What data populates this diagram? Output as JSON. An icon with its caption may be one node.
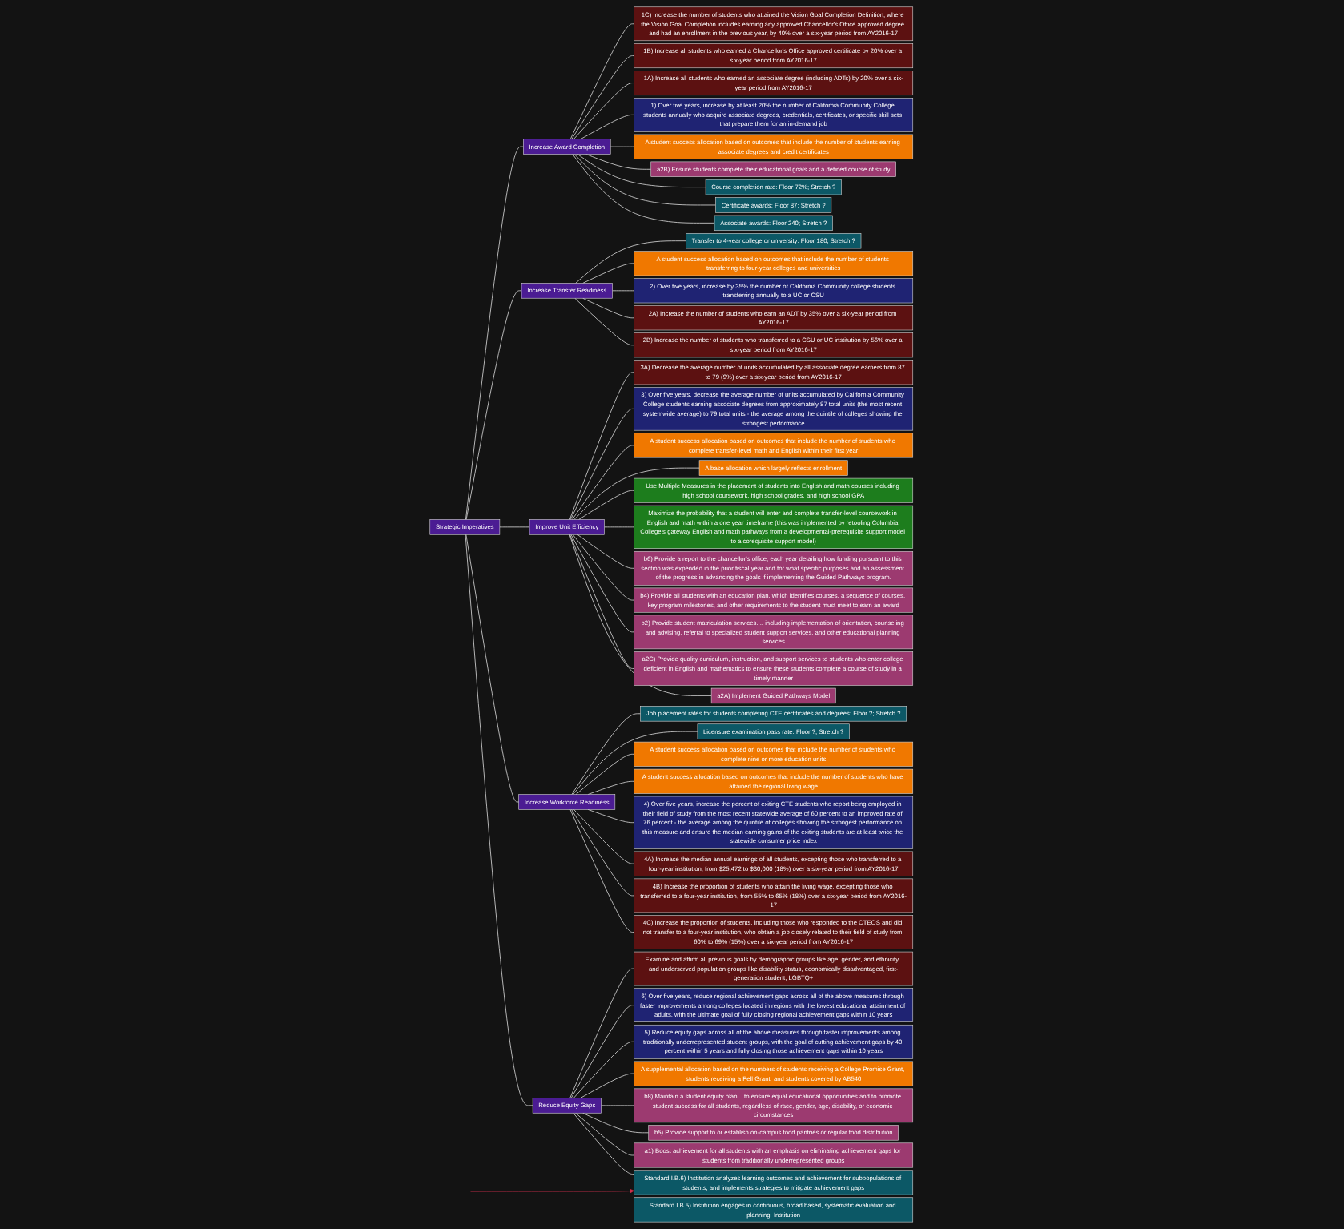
{
  "diagram": {
    "nodes": [
      {
        "text": [
          "Strategic Imperatives"
        ]
      },
      {
        "text": [
          "Increase Award Completion"
        ]
      },
      {
        "text": [
          "Increase Transfer Readiness"
        ]
      },
      {
        "text": [
          "Improve Unit Efficiency"
        ]
      },
      {
        "text": [
          "Increase Workforce Readiness"
        ]
      },
      {
        "text": [
          "Reduce Equity Gaps"
        ]
      },
      {
        "text": [
          "1C) Increase the number of students who attained the Vision Goal Completion Definition, where the Vision Goal Completion includes earning any approved Chancellor's Office approved degree and had an enrollment in the previous year, by 40% over a six-year period from AY2016-17"
        ]
      },
      {
        "text": [
          "1B) Increase all students who earned a Chancellor's Office approved certificate by 20% over a six-year period from AY2016-17"
        ]
      },
      {
        "text": [
          "1A) Increase all students who earned an associate degree (including ADTs) by 20% over a six-year period from AY2016-17"
        ]
      },
      {
        "text": [
          "1) Over five years, increase by at least 20% the number of California Community College students annually who acquire associate degrees, credentials, certificates, or specific skill sets that prepare them for an in-demand job"
        ]
      },
      {
        "text": [
          "A student success allocation based on outcomes that include the number of students earning associate degrees and credit certificates"
        ]
      },
      {
        "text": [
          "a2B) Ensure students complete their educational goals and a defined course of study"
        ]
      },
      {
        "text": [
          "Course completion rate: Floor 72%; Stretch ?"
        ]
      },
      {
        "text": [
          "Certificate awards: Floor 87; Stretch ?"
        ]
      },
      {
        "text": [
          "Associate awards: Floor 240; Stretch ?"
        ]
      },
      {
        "text": [
          "Transfer to 4-year college or university: Floor 180; Stretch ?"
        ]
      },
      {
        "text": [
          "A student success allocation based on outcomes that include the number of students transferring to four-year colleges and universities"
        ]
      },
      {
        "text": [
          "2) Over five years, increase by 35% the number of California Community college students transferring annually to a UC or CSU"
        ]
      },
      {
        "text": [
          "2A) Increase the number of students who earn an ADT by 35% over a six-year period from AY2016-17"
        ]
      },
      {
        "text": [
          "2B) Increase the number of students who transferred to a CSU or UC institution by 56% over a six-year period from AY2016-17"
        ]
      },
      {
        "text": [
          "3A) Decrease the average number of units accumulated by all associate degree earners from 87 to 79 (9%) over a six-year period from AY2016-17"
        ]
      },
      {
        "text": [
          "3) Over five years, decrease the average number of units accumulated by California Community College students earning associate degrees from approximately 87 total units (the most recent systemwide average) to 79 total units - the average among the quintile of colleges showing the strongest performance"
        ]
      },
      {
        "text": [
          "A student success allocation based on outcomes that include the number of students who complete transfer-level math and English within their first year"
        ]
      },
      {
        "text": [
          "A base allocation which largely reflects enrollment"
        ]
      },
      {
        "text": [
          "Use Multiple Measures in the placement of students into English and math courses including high school coursework, high school grades, and high school GPA"
        ]
      },
      {
        "text": [
          "Maximize the probability that a student will enter and complete transfer-level coursework in English and math within a one year timeframe (this was implemented by retooling Columbia College's gateway English and math pathways from a developmental-prerequisite support model to a corequisite support model)"
        ]
      },
      {
        "text": [
          "b6) Provide a report to the chancellor's office, each year detailing how funding pursuant to this section was expended in the prior fiscal year and for what specific purposes and an assessment of the progress in advancing the goals if implementing the Guided Pathways program."
        ]
      },
      {
        "text": [
          "b4) Provide all students with an education plan, which identifies courses, a sequence of courses, key program milestones, and other requirements to the student must meet to earn an award"
        ]
      },
      {
        "text": [
          "b2) Provide student matriculation services.... including implementation of orientation, counseling and advising, referral to specialized student support services, and other educational planning services"
        ]
      },
      {
        "text": [
          "a2C) Provide quality curriculum, instruction, and support services to students who enter college deficient in English and mathematics to ensure these students complete a course of study in a timely manner"
        ]
      },
      {
        "text": [
          "a2A) Implement Guided Pathways Model"
        ]
      },
      {
        "text": [
          "Job placement rates for students completing CTE certificates and degrees: Floor ?; Stretch ?"
        ]
      },
      {
        "text": [
          "Licensure examination pass rate: Floor ?; Stretch ?"
        ]
      },
      {
        "text": [
          "A student success allocation based on outcomes that include the number of students who complete nine or more education units"
        ]
      },
      {
        "text": [
          "A student success allocation based on outcomes that include the number of students who have attained the regional living wage"
        ]
      },
      {
        "text": [
          "4) Over five years, increase the percent of exiting CTE students who report being employed in their field of study from the most recent statewide average of 60 percent to an improved rate of 76 percent - the average among the quintile of colleges showing the strongest performance on this measure and ensure the median earning gains of the exiting students are at least twice the statewide consumer price index"
        ]
      },
      {
        "text": [
          "4A) Increase the median annual earnings of all students, excepting those who transferred to a four-year institution, from $25,472 to $30,000 (18%) over a six-year period from AY2016-17"
        ]
      },
      {
        "text": [
          "4B) Increase the proportion of students who attain the living wage, excepting those who transferred to a four-year institution, from 55% to 65% (18%) over a six-year period from AY2016-17"
        ]
      },
      {
        "text": [
          "4C) Increase the proportion of students, including those who responded to the CTEOS and did not transfer to a four-year institution, who obtain a job closely related to their field of study from 60% to 69% (15%) over a six-year period from AY2016-17"
        ]
      },
      {
        "text": [
          "Examine and affirm all previous goals by demographic groups like age, gender, and ethnicity, and underserved population groups like disability status, economically disadvantaged, first-generation student, LGBTQ+"
        ]
      },
      {
        "text": [
          "6) Over five years, reduce regional achievement gaps across all of the above measures through faster improvements among colleges located in regions with the lowest educational attainment of adults, with the ultimate goal of fully closing regional achievement gaps within 10 years"
        ]
      },
      {
        "text": [
          "5) Reduce equity gaps across all of the above measures through faster improvements among traditionally underrepresented student groups, with the goal of cutting achievement gaps by 40 percent within 5 years and fully closing those achievement gaps within 10 years"
        ]
      },
      {
        "text": [
          "A supplemental allocation based on the numbers of students receiving a College Promise Grant, students receiving a Pell Grant, and students covered by AB540"
        ]
      },
      {
        "text": [
          "b8) Maintain a student equity plan....to ensure equal educational opportunities and to promote student success for all students, regardless of race, gender, age, disability, or economic circumstances"
        ]
      },
      {
        "text": [
          "b5) Provide support to or establish on-campus food pantries or regular food distribution"
        ]
      },
      {
        "text": [
          "a1) Boost achievement for all students with an emphasis on eliminating achievement gaps for students from traditionally underrepresented groups"
        ]
      },
      {
        "text": [
          "Standard I.B.6) Institution analyzes learning outcomes and achievement for subpopulations of students, and implements strategies to mitigate achievement gaps"
        ]
      },
      {
        "text": [
          "Standard I.B.5) Institution engages in continuous, broad based, systematic evaluation and planning. Institution"
        ]
      }
    ],
    "edges": [
      {
        "from": 0,
        "to": 1,
        "arrow": "none"
      },
      {
        "from": 0,
        "to": 2,
        "arrow": "none"
      },
      {
        "from": 0,
        "to": 3,
        "arrow": "none"
      },
      {
        "from": 0,
        "to": 4,
        "arrow": "none"
      },
      {
        "from": 0,
        "to": 5,
        "arrow": "none"
      },
      {
        "from": 1,
        "to": 6,
        "arrow": "none"
      },
      {
        "from": 1,
        "to": 7,
        "arrow": "none"
      },
      {
        "from": 1,
        "to": 8,
        "arrow": "none"
      },
      {
        "from": 1,
        "to": 9,
        "arrow": "none"
      },
      {
        "from": 1,
        "to": 10,
        "arrow": "none"
      },
      {
        "from": 1,
        "to": 11,
        "arrow": "none"
      },
      {
        "from": 1,
        "to": 12,
        "arrow": "none"
      },
      {
        "from": 1,
        "to": 13,
        "arrow": "none"
      },
      {
        "from": 1,
        "to": 14,
        "arrow": "none"
      },
      {
        "from": 2,
        "to": 15,
        "arrow": "none"
      },
      {
        "from": 2,
        "to": 16,
        "arrow": "none"
      },
      {
        "from": 2,
        "to": 17,
        "arrow": "none"
      },
      {
        "from": 2,
        "to": 18,
        "arrow": "none"
      },
      {
        "from": 2,
        "to": 19,
        "arrow": "none"
      },
      {
        "from": 3,
        "to": 20,
        "arrow": "none"
      },
      {
        "from": 3,
        "to": 21,
        "arrow": "none"
      },
      {
        "from": 3,
        "to": 22,
        "arrow": "none"
      },
      {
        "from": 3,
        "to": 23,
        "arrow": "none"
      },
      {
        "from": 3,
        "to": 24,
        "arrow": "none"
      },
      {
        "from": 3,
        "to": 25,
        "arrow": "none"
      },
      {
        "from": 3,
        "to": 26,
        "arrow": "none"
      },
      {
        "from": 3,
        "to": 27,
        "arrow": "none"
      },
      {
        "from": 3,
        "to": 28,
        "arrow": "none"
      },
      {
        "from": 3,
        "to": 29,
        "arrow": "none"
      },
      {
        "from": 3,
        "to": 30,
        "arrow": "none"
      },
      {
        "from": 4,
        "to": 31,
        "arrow": "none"
      },
      {
        "from": 4,
        "to": 32,
        "arrow": "none"
      },
      {
        "from": 4,
        "to": 33,
        "arrow": "none"
      },
      {
        "from": 4,
        "to": 34,
        "arrow": "none"
      },
      {
        "from": 4,
        "to": 35,
        "arrow": "none"
      },
      {
        "from": 4,
        "to": 36,
        "arrow": "none"
      },
      {
        "from": 4,
        "to": 37,
        "arrow": "none"
      },
      {
        "from": 4,
        "to": 38,
        "arrow": "none"
      },
      {
        "from": 5,
        "to": 39,
        "arrow": "none"
      },
      {
        "from": 5,
        "to": 40,
        "arrow": "none"
      },
      {
        "from": 5,
        "to": 41,
        "arrow": "none"
      },
      {
        "from": 5,
        "to": 42,
        "arrow": "none"
      },
      {
        "from": 5,
        "to": 43,
        "arrow": "none"
      },
      {
        "from": 5,
        "to": 44,
        "arrow": "none"
      },
      {
        "from": 5,
        "to": 45,
        "arrow": "none"
      },
      {
        "from": 5,
        "to": 46,
        "arrow": "none"
      },
      {
        "from": null,
        "to": 46,
        "arrow": "to",
        "color": "#d0304c"
      }
    ]
  }
}
